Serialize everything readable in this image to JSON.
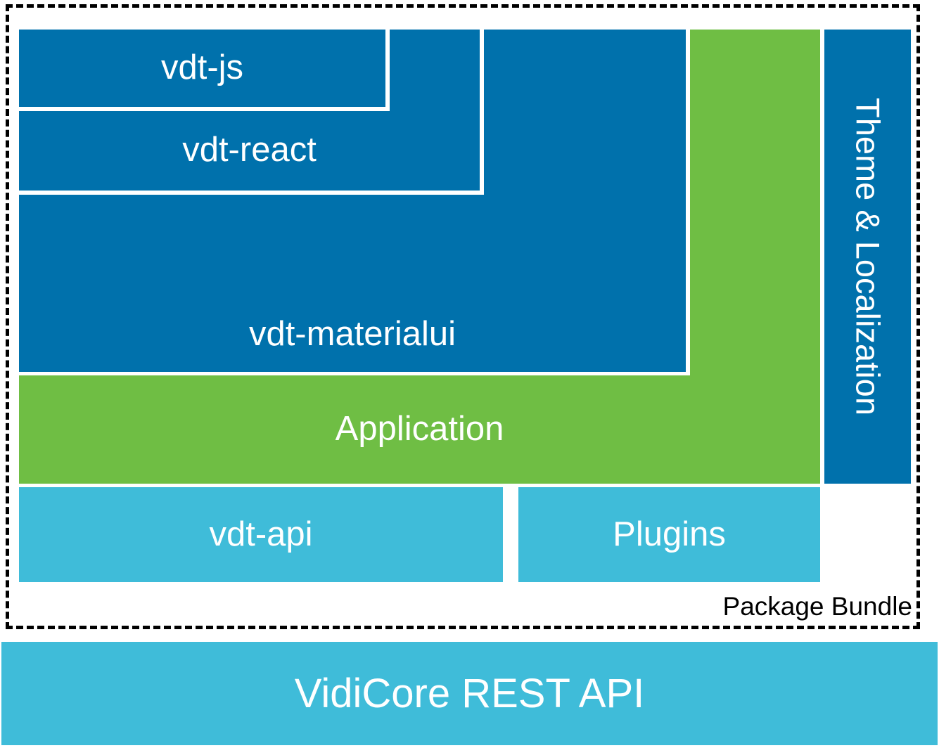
{
  "colors": {
    "dark-blue": "#0071AC",
    "green": "#6FBE44",
    "cyan": "#3FBCD9",
    "label-light": "#FFFFFF",
    "label-dark": "#000000"
  },
  "blocks": {
    "vdt_js": {
      "label": "vdt-js"
    },
    "vdt_react": {
      "label": "vdt-react"
    },
    "vdt_materialui": {
      "label": "vdt-materialui"
    },
    "application": {
      "label": "Application"
    },
    "theme_localization": {
      "label": "Theme & Localization"
    },
    "vdt_api": {
      "label": "vdt-api"
    },
    "plugins": {
      "label": "Plugins"
    }
  },
  "bundle": {
    "label": "Package Bundle"
  },
  "base": {
    "label": "VidiCore REST API"
  }
}
